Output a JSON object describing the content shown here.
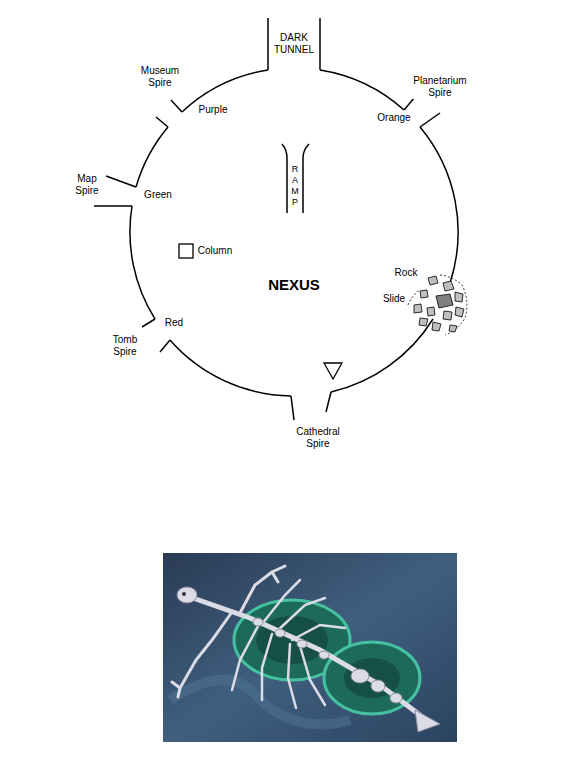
{
  "diagram": {
    "labels": [
      "DARK TUNNEL",
      "Museum Spire",
      "Planetarium Spire",
      "Purple",
      "Orange",
      "RAMP",
      "Map Spire",
      "Green",
      "Column",
      "NEXUS",
      "Rock",
      "Slide",
      "Tomb Spire",
      "Red",
      "Cathedral Spire"
    ]
  }
}
